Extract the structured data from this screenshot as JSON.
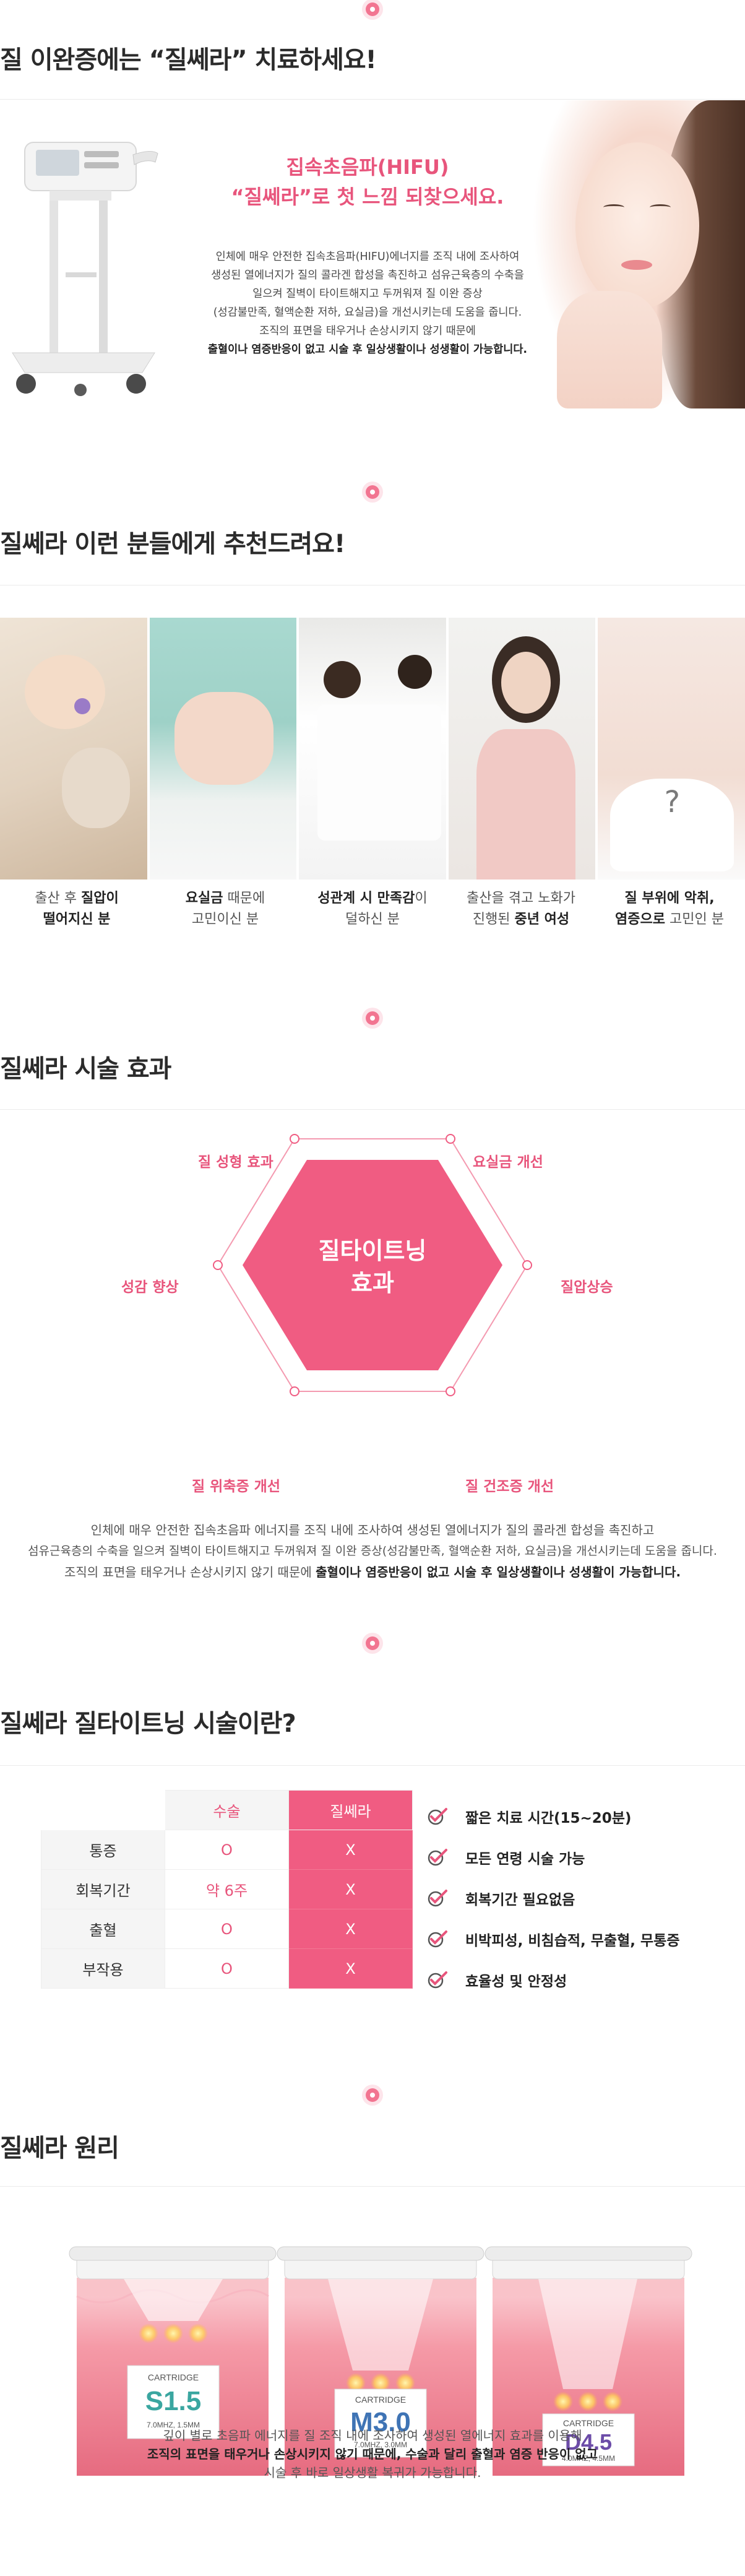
{
  "section1": {
    "title": "질 이완증에는 “질쎄라” 치료하세요!",
    "subtitle_line1": "집속초음파(HIFU)",
    "subtitle_line2": "“질쎄라”로 첫 느낌 되찾으세요.",
    "body": [
      "인체에 매우 안전한 집속초음파(HIFU)에너지를 조직 내에 조사하여",
      "생성된 열에너지가 질의 콜라겐 합성을 촉진하고 섬유근육층의 수축을",
      "일으켜 질벽이 타이트해지고 두꺼워져 질 이완 증상",
      "(성감불만족, 혈액순환 저하, 요실금)을 개선시키는데 도움을 줍니다.",
      "조직의 표면을 태우거나 손상시키지 않기 때문에"
    ],
    "body_strong": "출혈이나 염증반응이 없고 시술 후 일상생활이나 성생활이 가능합니다."
  },
  "section2": {
    "title": "질쎄라 이런 분들에게 추천드려요!",
    "people": [
      {
        "line1_pre": "출산 후 ",
        "line1_bold": "질압이",
        "line2_bold": "떨어지신 분",
        "line2_post": ""
      },
      {
        "line1_pre": "",
        "line1_bold": "요실금",
        "line1_post": " 때문에",
        "line2_pre": "고민이신 분"
      },
      {
        "line1_pre": "",
        "line1_bold": "성관계 시 만족감",
        "line1_post": "이",
        "line2_pre": "덜하신 분"
      },
      {
        "line1_pre": "출산을 겪고 노화가",
        "line1_bold": "",
        "line2_pre": "진행된 ",
        "line2_bold": "중년 여성"
      },
      {
        "line1_pre": "",
        "line1_bold": "질 부위에 악취,",
        "line2_bold": "염증으로",
        "line2_post": " 고민인 분"
      }
    ],
    "question_mark": "?"
  },
  "section3": {
    "title": "질쎄라 시술 효과",
    "center_line1": "질타이트닝",
    "center_line2": "효과",
    "labels": {
      "top_left": "질 성형 효과",
      "top_right": "요실금 개선",
      "left": "성감 향상",
      "right": "질압상승",
      "bottom_left": "질 위축증 개선",
      "bottom_right": "질 건조증 개선"
    },
    "body_line1": "인체에 매우 안전한 집속초음파 에너지를 조직 내에 조사하여 생성된 열에너지가 질의 콜라겐 합성을 촉진하고",
    "body_line2": "섬유근육층의 수축을 일으켜 질벽이 타이트해지고 두꺼워져 질 이완 증상(성감불만족, 혈액순환 저하, 요실금)을 개선시키는데 도움을 줍니다.",
    "body_line3_pre": "조직의 표면을 태우거나 손상시키지 않기 때문에 ",
    "body_line3_bold": "출혈이나 염증반응이 없고 시술 후 일상생활이나 성생활이 가능합니다."
  },
  "section4": {
    "title": "질쎄라 질타이트닝 시술이란?",
    "table": {
      "headers": [
        "수술",
        "질쎄라"
      ],
      "rows": [
        {
          "label": "통증",
          "surgery": "O",
          "zilsera": "X"
        },
        {
          "label": "회복기간",
          "surgery": "약 6주",
          "zilsera": "X"
        },
        {
          "label": "출혈",
          "surgery": "O",
          "zilsera": "X"
        },
        {
          "label": "부작용",
          "surgery": "O",
          "zilsera": "X"
        }
      ]
    },
    "benefits": [
      "짧은 치료 시간(15~20분)",
      "모든 연령 시술 가능",
      "회복기간 필요없음",
      "비박피성, 비침습적, 무출혈, 무통증",
      "효율성 및 안정성"
    ],
    "accent_color": "#f05c82"
  },
  "section5": {
    "title": "질쎄라 원리",
    "cartridges": [
      {
        "label": "CARTRIDGE",
        "code": "S1.5",
        "spec": "7.0MHZ, 1.5MM",
        "color": "#3aa6a0"
      },
      {
        "label": "CARTRIDGE",
        "code": "M3.0",
        "spec": "7.0MHZ, 3.0MM",
        "color": "#3f74b5"
      },
      {
        "label": "CARTRIDGE",
        "code": "D4.5",
        "spec": "4.0MHZ, 4.5MM",
        "color": "#6c4ca8"
      }
    ],
    "body_line1": "깊이 별로 초음파 에너지를 질 조직 내에 조사하여 생성된 열에너지 효과를 이용해",
    "body_line2_bold": "조직의 표면을 태우거나 손상시키지 않기 때문에, 수술과 달리 출혈과 염증 반응이 없고",
    "body_line3": "시술 후 바로 일상생활 복귀가 가능합니다."
  }
}
